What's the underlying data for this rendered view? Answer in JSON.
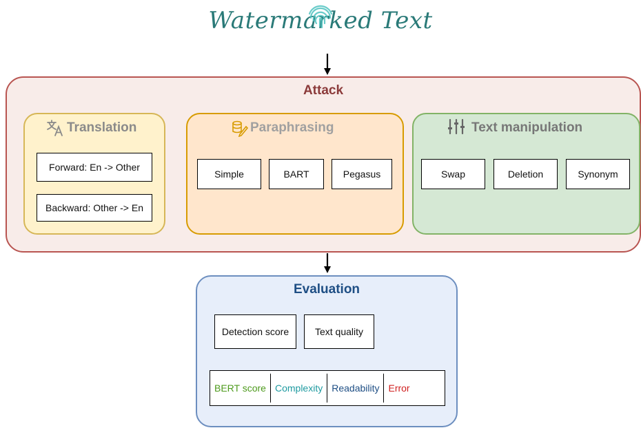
{
  "title": "Watermarked Text",
  "attack": {
    "title": "Attack",
    "translation": {
      "title": "Translation",
      "steps": [
        "Forward: En -> Other",
        "Backward: Other -> En"
      ]
    },
    "paraphrasing": {
      "title": "Paraphrasing",
      "methods": [
        "Simple",
        "BART",
        "Pegasus"
      ]
    },
    "text_manipulation": {
      "title": "Text manipulation",
      "methods": [
        "Swap",
        "Deletion",
        "Synonym"
      ]
    }
  },
  "evaluation": {
    "title": "Evaluation",
    "boxes": [
      "Detection score",
      "Text quality"
    ],
    "metrics": [
      {
        "label": "BERT score",
        "color": "#4d9a1c"
      },
      {
        "label": "Complexity",
        "color": "#1e9aa0"
      },
      {
        "label": "Readability",
        "color": "#1e4e84"
      },
      {
        "label": "Error",
        "color": "#d02020"
      }
    ]
  },
  "colors": {
    "watermark_title": "#2a7a78",
    "attack_border": "#b85450",
    "attack_title": "#8b3a3a",
    "translation_fill": "#fff2cc",
    "paraphrasing_fill": "#ffe6cc",
    "manipulation_fill": "#d5e8d4",
    "evaluation_fill": "#e7eefa"
  },
  "icons": [
    "fingerprint-icon",
    "translate-icon",
    "paraphrase-icon",
    "sliders-icon"
  ]
}
